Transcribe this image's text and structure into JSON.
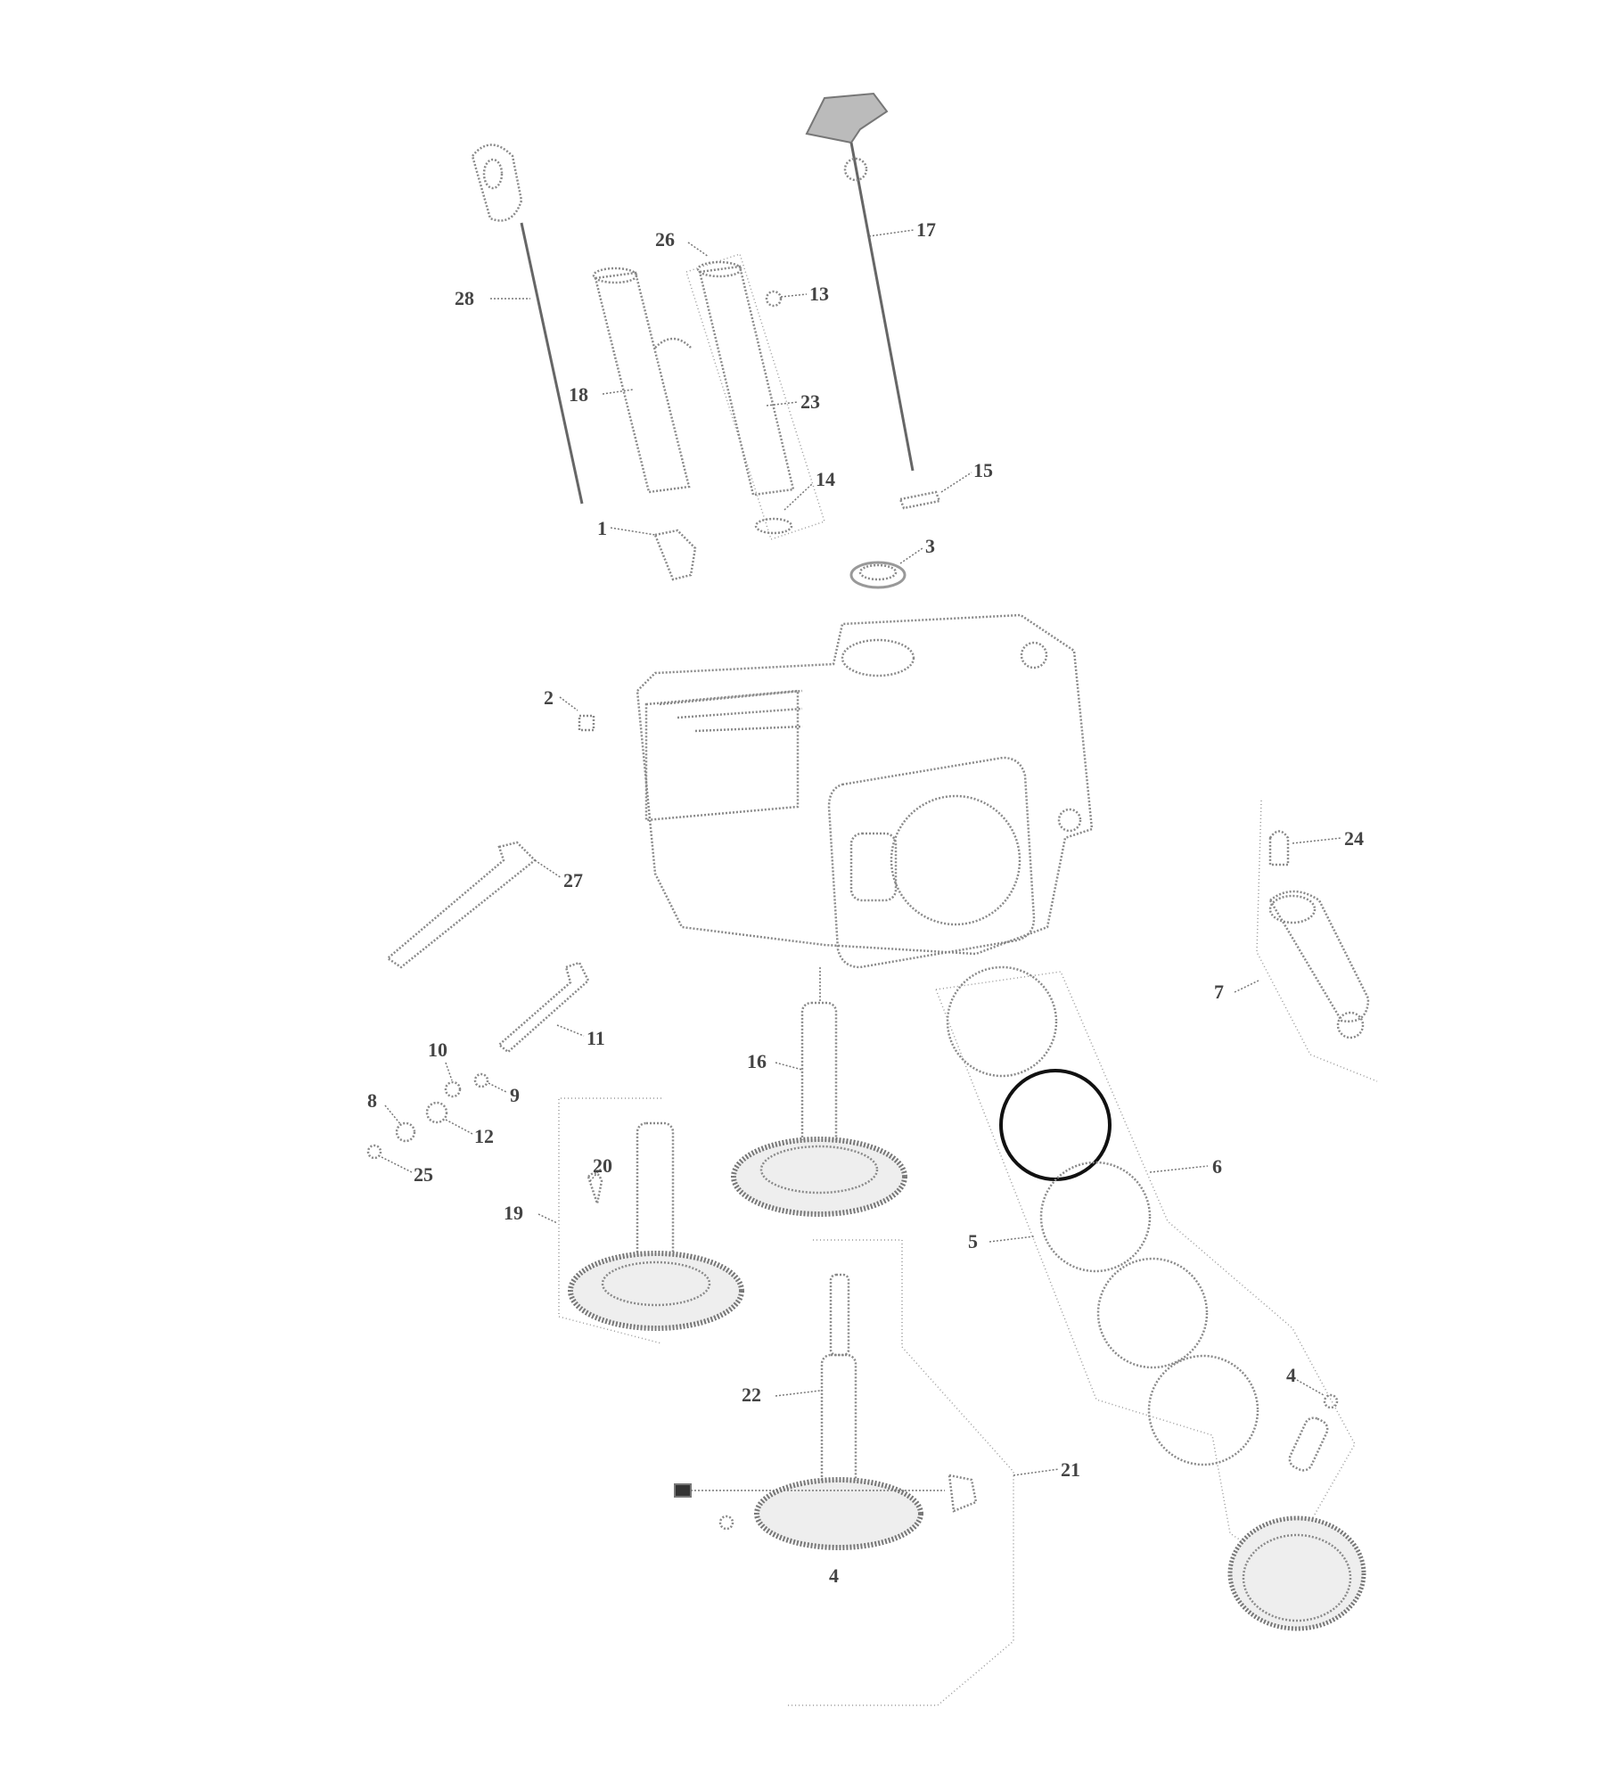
{
  "diagram": {
    "title_visible": false,
    "callouts": {
      "c1": "1",
      "c2": "2",
      "c3": "3",
      "c4": "4",
      "c5": "5",
      "c6": "6",
      "c7": "7",
      "c8": "8",
      "c9": "9",
      "c10": "10",
      "c11": "11",
      "c12": "12",
      "c13": "13",
      "c14": "14",
      "c15": "15",
      "c16": "16",
      "c17": "17",
      "c18": "18",
      "c19": "19",
      "c20": "20",
      "c21": "21",
      "c22": "22",
      "c23": "23",
      "c24": "24",
      "c25": "25",
      "c26": "26",
      "c27": "27",
      "c28": "28",
      "c4b": "4"
    }
  }
}
